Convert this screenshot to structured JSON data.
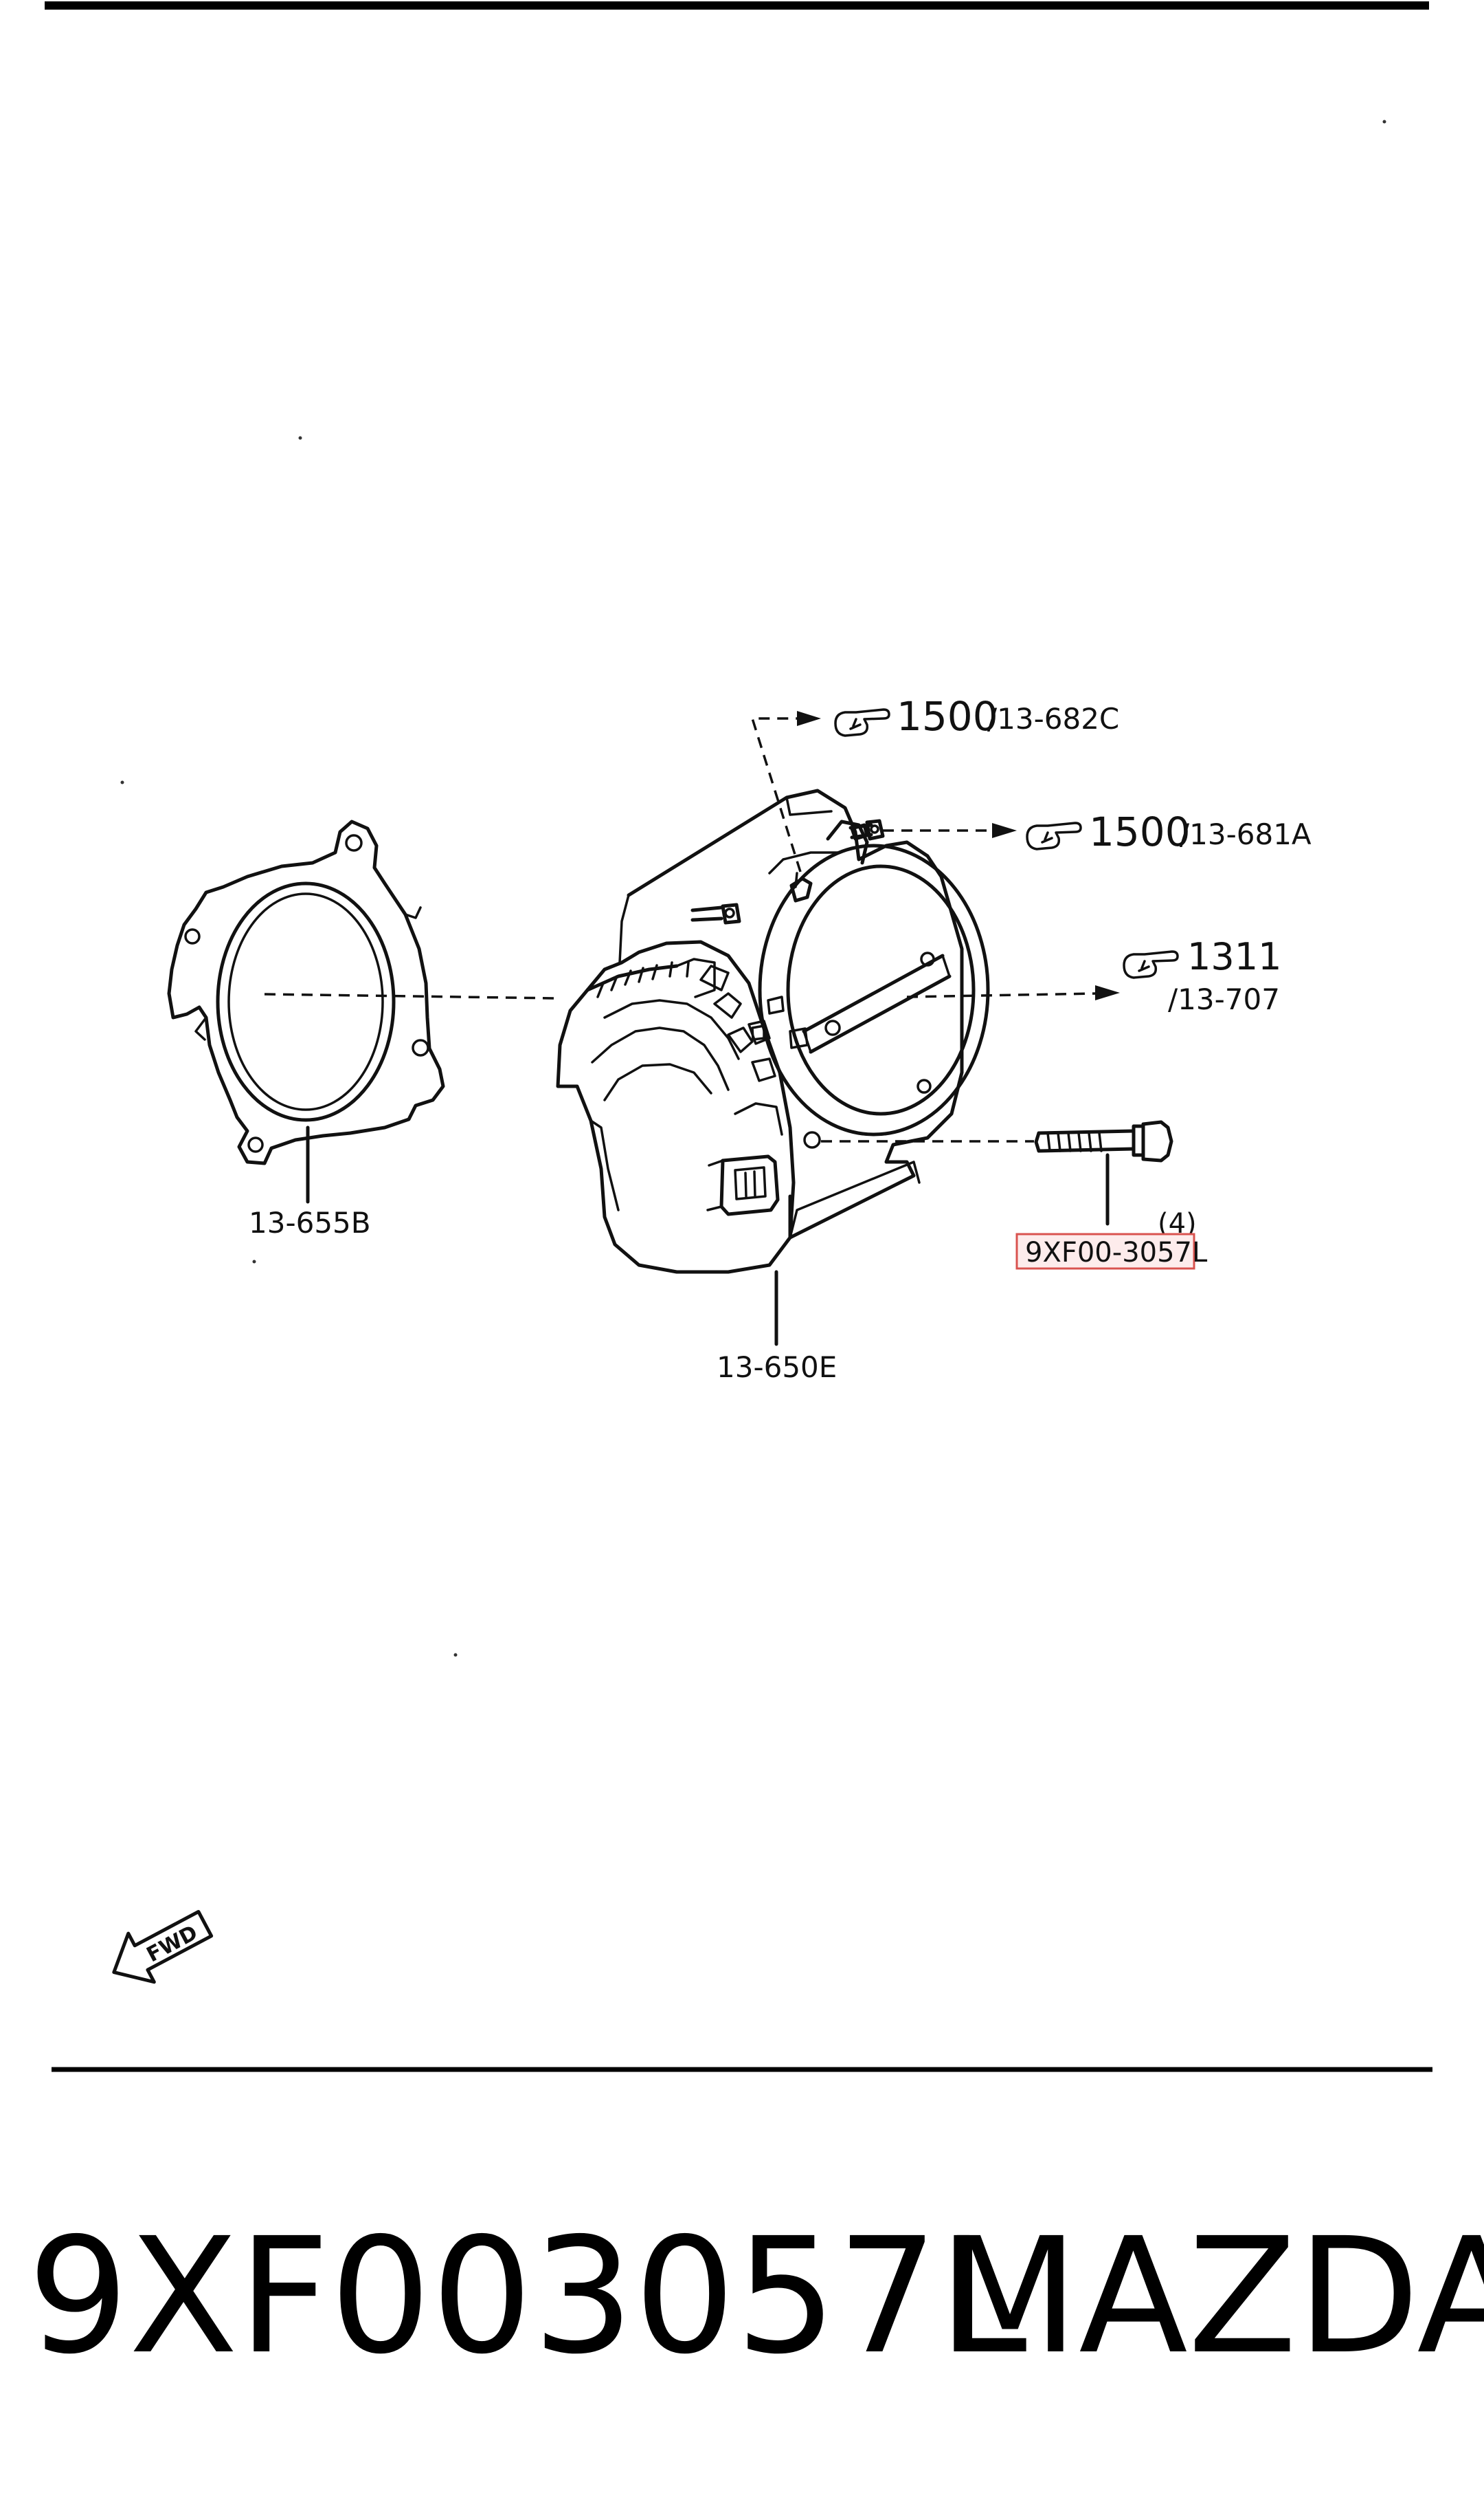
{
  "callouts": {
    "ref_682c_num": "1500",
    "ref_682c_code": "/13-682C",
    "ref_681a_num": "1500",
    "ref_681a_code": "/13-681A",
    "ref_707_num": "1311",
    "ref_707_code": "/13-707",
    "gasket": "13-655B",
    "throttle_body": "13-650E",
    "bolt_qty": "(4)",
    "bolt_part": "9XF00-3057L"
  },
  "fwd_badge": "FWD",
  "footer": {
    "part_number": "9XF003057L",
    "brand": "MAZDA"
  },
  "colors": {
    "highlight_border": "#d9534f",
    "highlight_fill": "#fdecec",
    "ink": "#111111"
  }
}
